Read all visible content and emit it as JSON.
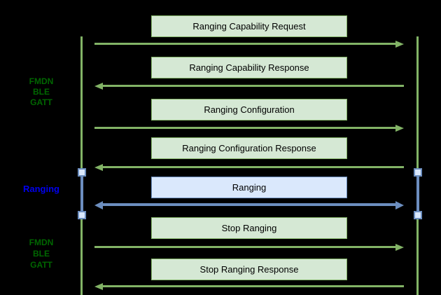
{
  "colors": {
    "background": "#000000",
    "green_stroke": "#82b366",
    "green_fill": "#d5e8d4",
    "blue_stroke": "#6c8ebf",
    "blue_fill": "#dae8fc",
    "label_green": "#006600",
    "label_blue": "#0000ee",
    "message_text": "#000000"
  },
  "phase_labels": [
    {
      "lines": [
        "FMDN",
        "BLE",
        "GATT"
      ]
    },
    {
      "lines": [
        "Ranging"
      ]
    },
    {
      "lines": [
        "FMDN",
        "BLE",
        "GATT"
      ]
    }
  ],
  "messages": [
    {
      "label": "Ranging Capability Request",
      "direction": "right",
      "style": "green"
    },
    {
      "label": "Ranging Capability Response",
      "direction": "left",
      "style": "green"
    },
    {
      "label": "Ranging Configuration",
      "direction": "right",
      "style": "green"
    },
    {
      "label": "Ranging Configuration Response",
      "direction": "left",
      "style": "green"
    },
    {
      "label": "Ranging",
      "direction": "both",
      "style": "blue"
    },
    {
      "label": "Stop Ranging",
      "direction": "right",
      "style": "green"
    },
    {
      "label": "Stop Ranging Response",
      "direction": "left",
      "style": "green"
    }
  ]
}
